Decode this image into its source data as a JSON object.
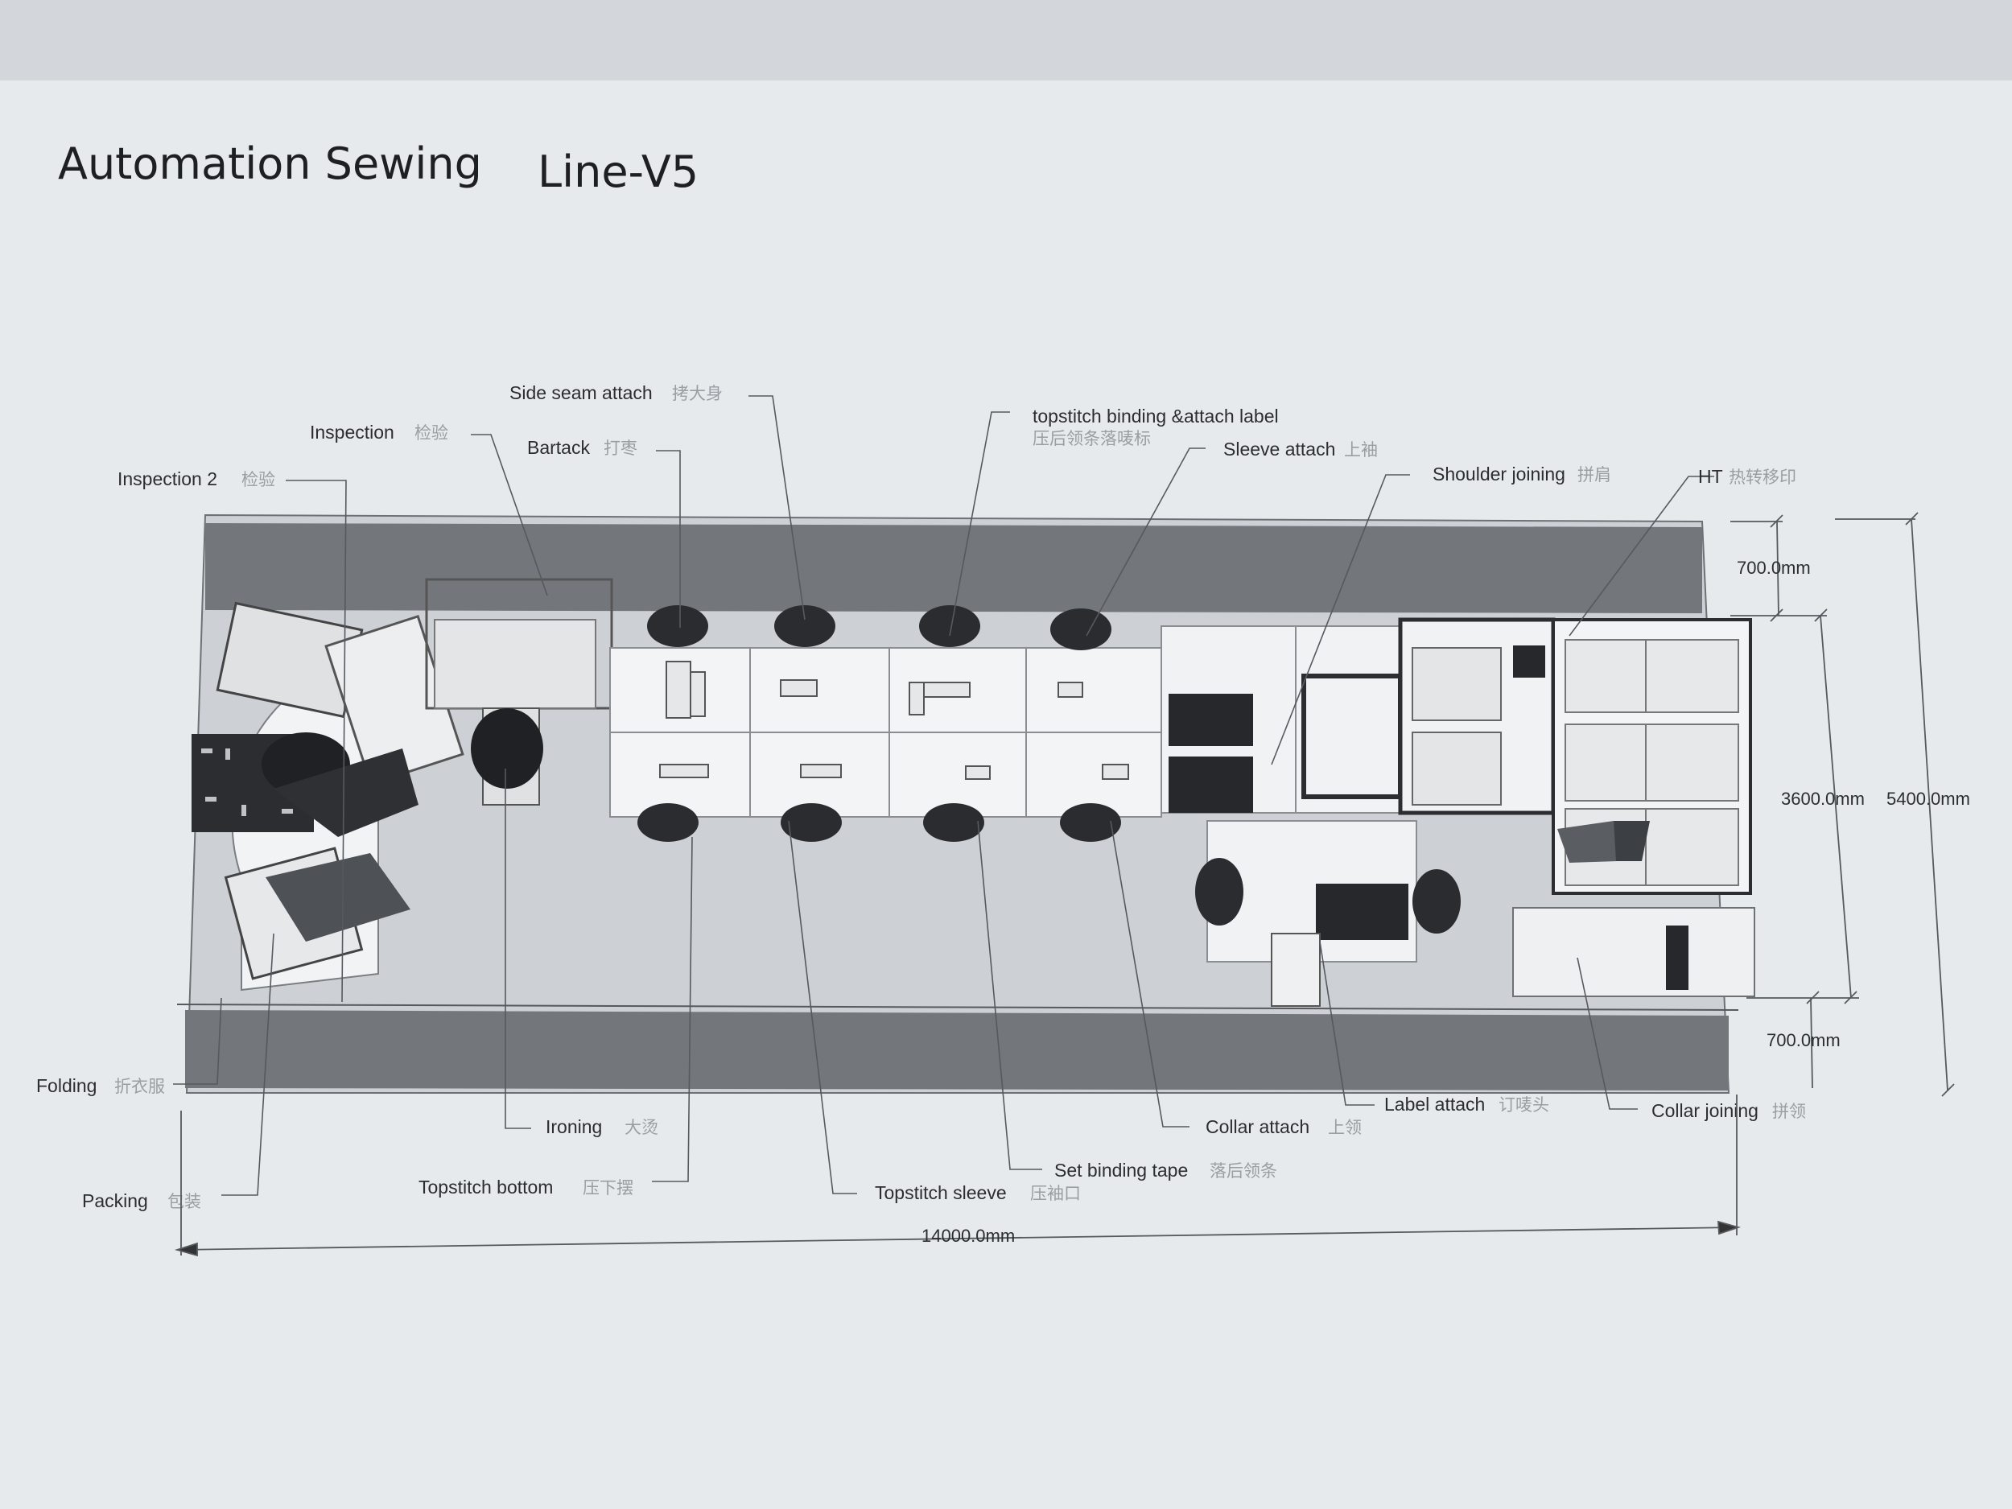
{
  "title": {
    "main": "Automation Sewing",
    "version": "Line-V5"
  },
  "labels": {
    "side_seam": {
      "en": "Side seam attach",
      "cn": "拷大身"
    },
    "inspection": {
      "en": "Inspection",
      "cn": "检验"
    },
    "bartack": {
      "en": "Bartack",
      "cn": "打枣"
    },
    "inspection2": {
      "en": "Inspection 2",
      "cn": "检验"
    },
    "topstitch_binding": {
      "en": "topstitch binding &attach label",
      "cn": "压后领条落唛标"
    },
    "sleeve_attach": {
      "en": "Sleeve attach",
      "cn": "上袖"
    },
    "shoulder_joining": {
      "en": "Shoulder joining",
      "cn": "拼肩"
    },
    "ht": {
      "en": "HT",
      "cn": "热转移印"
    },
    "folding": {
      "en": "Folding",
      "cn": "折衣服"
    },
    "packing": {
      "en": "Packing",
      "cn": "包装"
    },
    "ironing": {
      "en": "Ironing",
      "cn": "大烫"
    },
    "topstitch_bottom": {
      "en": "Topstitch bottom",
      "cn": "压下摆"
    },
    "topstitch_sleeve": {
      "en": "Topstitch sleeve",
      "cn": "压袖口"
    },
    "set_binding": {
      "en": "Set binding tape",
      "cn": "落后领条"
    },
    "collar_attach": {
      "en": "Collar attach",
      "cn": "上领"
    },
    "label_attach": {
      "en": "Label attach",
      "cn": "订唛头"
    },
    "collar_joining": {
      "en": "Collar joining",
      "cn": "拼领"
    }
  },
  "dimensions": {
    "width_total": "14000.0mm",
    "aisle_top": "700.0mm",
    "aisle_bottom": "700.0mm",
    "inner_depth": "3600.0mm",
    "total_depth": "5400.0mm"
  },
  "colors": {
    "paper": "#e9ecef",
    "aisle": "#6d7075",
    "floor": "#c9ccd0",
    "table": "#f1f2f3",
    "machine_dark": "#26282b"
  }
}
